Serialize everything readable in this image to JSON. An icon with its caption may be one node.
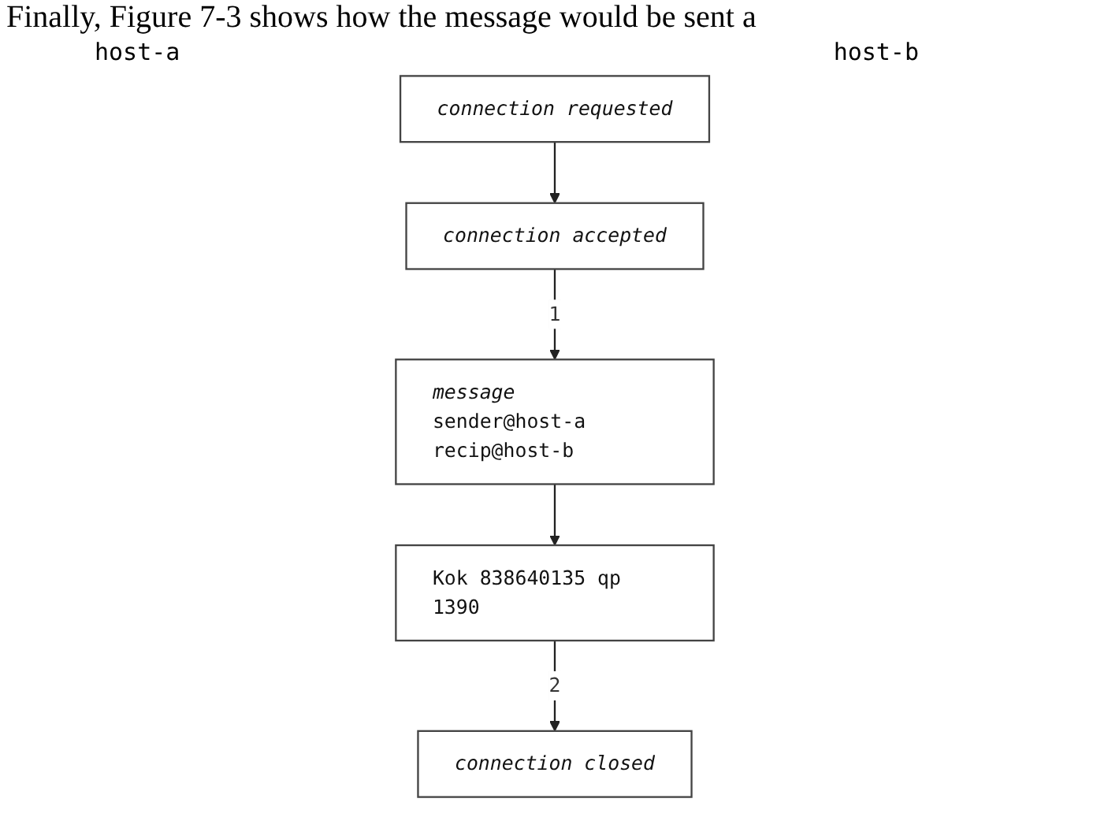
{
  "diagram": {
    "nodes": [
      {
        "text": [
          "connection requested"
        ]
      },
      {
        "text": [
          "connection accepted"
        ]
      },
      {
        "text": [
          "message",
          "sender@host-a recip@host-b"
        ]
      },
      {
        "text": [
          "Kok 838640135 qp 1390"
        ]
      },
      {
        "text": [
          "connection closed"
        ]
      }
    ],
    "edges": [
      {
        "from": 0,
        "to": 1,
        "arrow": "to"
      },
      {
        "from": 1,
        "to": 2,
        "arrow": "to",
        "label": "1"
      },
      {
        "from": 2,
        "to": 3,
        "arrow": "to"
      },
      {
        "from": 3,
        "to": 4,
        "arrow": "to",
        "label": "2"
      }
    ],
    "labels": [
      "Finally, Figure 7-3 shows how the message would be sent a",
      "host-a",
      "host-b"
    ]
  }
}
